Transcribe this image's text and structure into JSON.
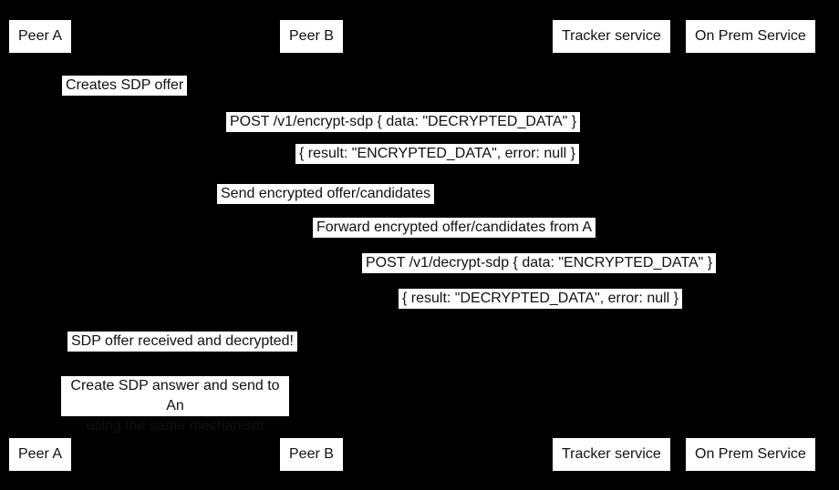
{
  "colors": {
    "background": "#000000",
    "box_fill": "#ffffff",
    "text": "#111111"
  },
  "actors": [
    {
      "id": "peer-a",
      "label": "Peer A"
    },
    {
      "id": "peer-b",
      "label": "Peer B"
    },
    {
      "id": "tracker-service",
      "label": "Tracker service"
    },
    {
      "id": "on-prem-service",
      "label": "On Prem Service"
    }
  ],
  "messages": [
    {
      "label": "Creates SDP offer"
    },
    {
      "label": "POST /v1/encrypt-sdp { data: \"DECRYPTED_DATA\" }"
    },
    {
      "label": "{ result: \"ENCRYPTED_DATA\", error: null }"
    },
    {
      "label": "Send encrypted offer/candidates"
    },
    {
      "label": "Forward encrypted offer/candidates from A"
    },
    {
      "label": "POST /v1/decrypt-sdp { data: \"ENCRYPTED_DATA\" }"
    },
    {
      "label": "{ result: \"DECRYPTED_DATA\", error: null }"
    },
    {
      "label": "SDP offer received and decrypted!"
    },
    {
      "line1": "Create SDP answer and send to An",
      "line2": "using the same mechanism"
    }
  ]
}
